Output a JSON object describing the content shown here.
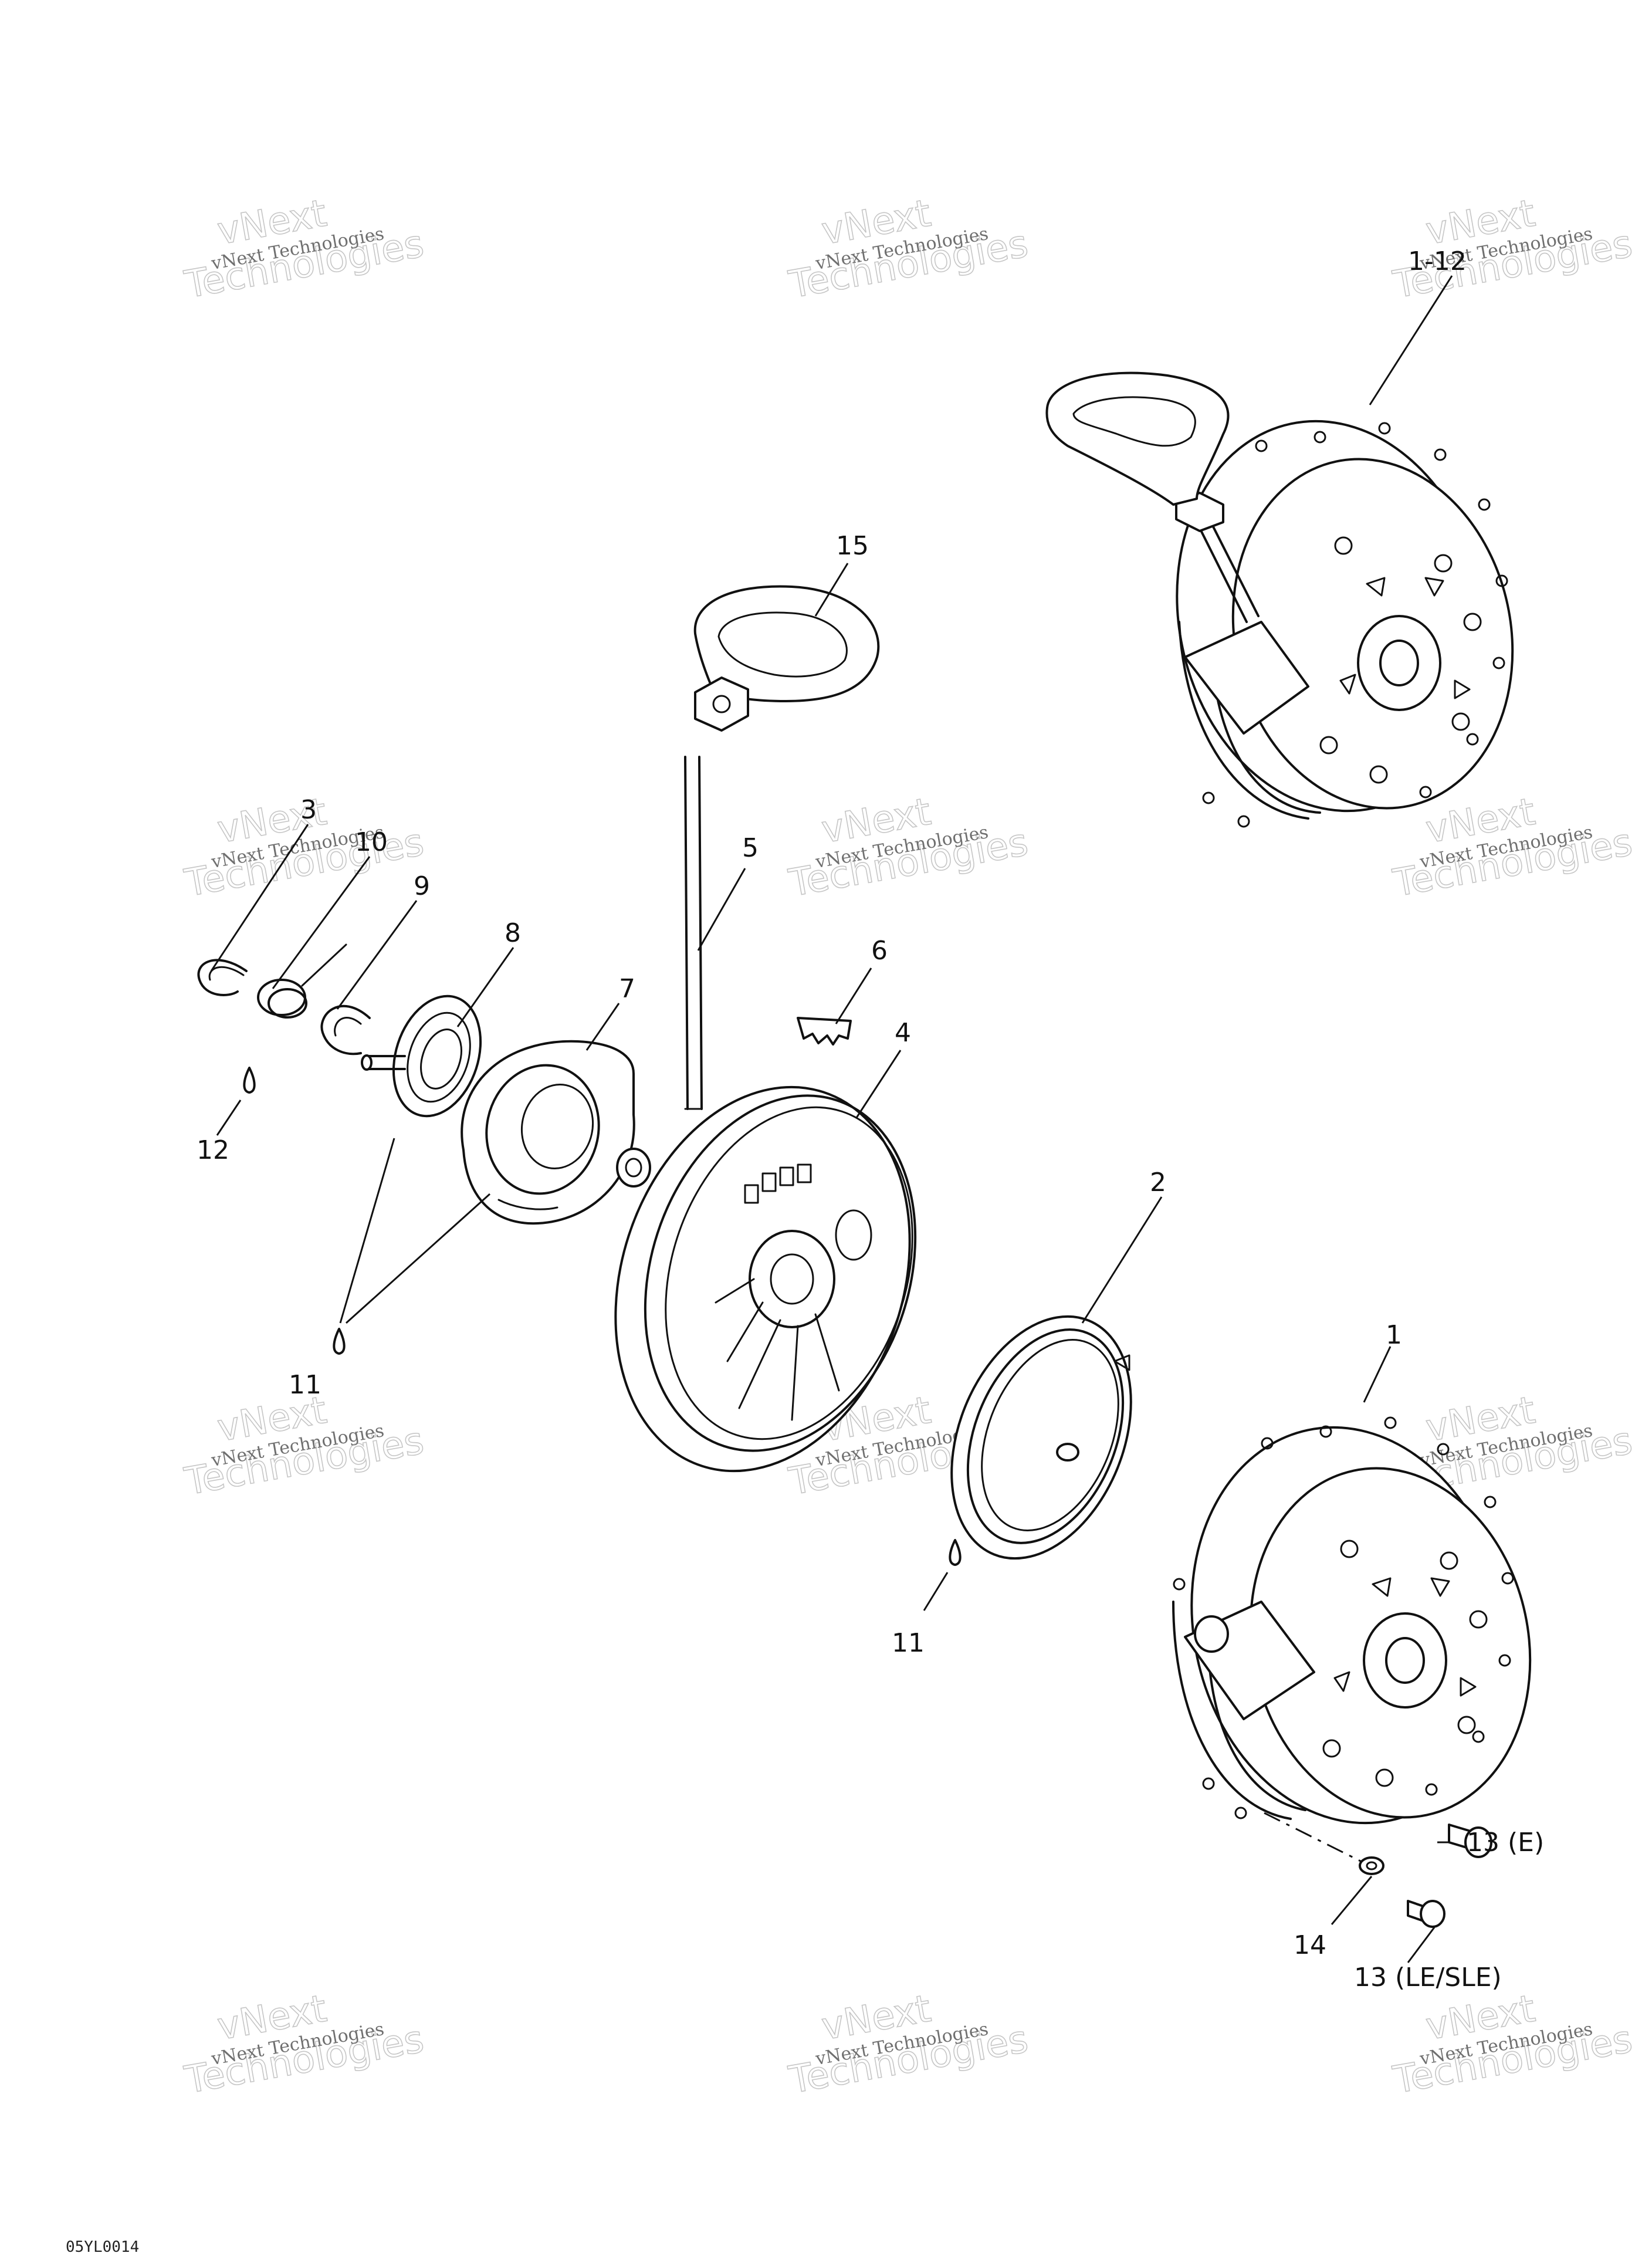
{
  "diagram": {
    "callouts": [
      {
        "id": "c1-12",
        "text": "1-12"
      },
      {
        "id": "c15",
        "text": "15"
      },
      {
        "id": "c3",
        "text": "3"
      },
      {
        "id": "c10",
        "text": "10"
      },
      {
        "id": "c9",
        "text": "9"
      },
      {
        "id": "c8",
        "text": "8"
      },
      {
        "id": "c5",
        "text": "5"
      },
      {
        "id": "c7",
        "text": "7"
      },
      {
        "id": "c6",
        "text": "6"
      },
      {
        "id": "c4",
        "text": "4"
      },
      {
        "id": "c12",
        "text": "12"
      },
      {
        "id": "c11a",
        "text": "11"
      },
      {
        "id": "c2",
        "text": "2"
      },
      {
        "id": "c1",
        "text": "1"
      },
      {
        "id": "c11b",
        "text": "11"
      },
      {
        "id": "c13e",
        "text": "13 (E)"
      },
      {
        "id": "c14",
        "text": "14"
      },
      {
        "id": "c13le",
        "text": "13 (LE/SLE)"
      }
    ],
    "watermark": {
      "brand": "vNext Technologies",
      "word1": "vNext",
      "word2": "Technologies"
    },
    "footer_code": "05YL0014"
  }
}
